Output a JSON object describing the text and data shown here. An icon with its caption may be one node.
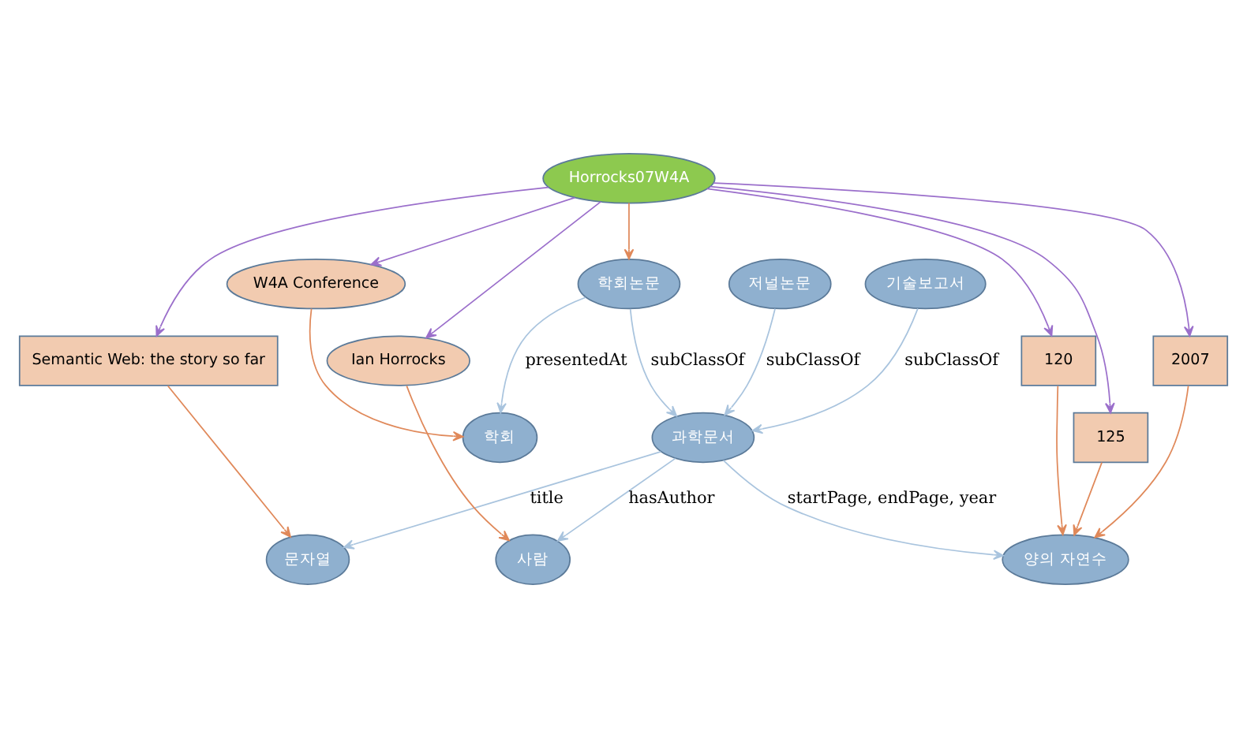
{
  "diagram": {
    "nodes": [
      {
        "text": [
          "과학문서"
        ]
      },
      {
        "text": [
          "학회논문"
        ]
      },
      {
        "text": [
          "저널논문"
        ]
      },
      {
        "text": [
          "기술보고서"
        ]
      },
      {
        "text": [
          "학회"
        ]
      },
      {
        "text": [
          "사람"
        ]
      },
      {
        "text": [
          "문자열"
        ]
      },
      {
        "text": [
          "양의 자연수"
        ]
      },
      {
        "text": [
          "W4A Conference"
        ]
      },
      {
        "text": [
          "Semantic Web: the story so far"
        ]
      },
      {
        "text": [
          "120"
        ]
      },
      {
        "text": [
          "Horrocks07W4A"
        ]
      },
      {
        "text": [
          "125"
        ]
      },
      {
        "text": [
          "2007"
        ]
      },
      {
        "text": [
          "Ian Horrocks"
        ]
      }
    ],
    "edges": [
      {
        "from": 1,
        "to": 0,
        "arrow": "to",
        "label": "subClassOf"
      },
      {
        "from": 2,
        "to": 0,
        "arrow": "to",
        "label": "subClassOf"
      },
      {
        "from": 3,
        "to": 0,
        "arrow": "to",
        "label": "subClassOf"
      },
      {
        "from": 1,
        "to": 4,
        "arrow": "to",
        "label": "presentedAt"
      },
      {
        "from": 0,
        "to": 5,
        "arrow": "to",
        "label": "hasAuthor"
      },
      {
        "from": 0,
        "to": 6,
        "arrow": "to",
        "label": "title"
      },
      {
        "from": 0,
        "to": 7,
        "arrow": "to",
        "label": "startPage, endPage, year"
      },
      {
        "from": 8,
        "to": 4,
        "arrow": "to",
        "color": "#e0895a"
      },
      {
        "from": 11,
        "to": 1,
        "arrow": "to",
        "color": "#e0895a"
      },
      {
        "from": 14,
        "to": 5,
        "arrow": "to",
        "color": "#e0895a"
      },
      {
        "from": 9,
        "to": 6,
        "arrow": "to",
        "color": "#e0895a"
      },
      {
        "from": 10,
        "to": 7,
        "arrow": "to",
        "color": "#e0895a"
      },
      {
        "from": 12,
        "to": 7,
        "arrow": "to",
        "color": "#e0895a"
      },
      {
        "from": 13,
        "to": 7,
        "arrow": "to",
        "color": "#e0895a"
      },
      {
        "from": 11,
        "to": 8,
        "arrow": "to",
        "color": "#9b6fcb"
      },
      {
        "from": 11,
        "to": 9,
        "arrow": "to",
        "color": "#9b6fcb"
      },
      {
        "from": 11,
        "to": 10,
        "arrow": "to",
        "color": "#9b6fcb"
      },
      {
        "from": 11,
        "to": 12,
        "arrow": "to",
        "color": "#9b6fcb"
      },
      {
        "from": 11,
        "to": 13,
        "arrow": "to",
        "color": "#9b6fcb"
      },
      {
        "from": 11,
        "to": 14,
        "arrow": "to",
        "color": "#9b6fcb"
      }
    ]
  }
}
